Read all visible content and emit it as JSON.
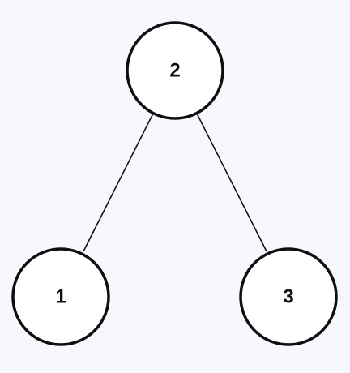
{
  "tree": {
    "nodes": [
      {
        "id": "root",
        "label": "2"
      },
      {
        "id": "left",
        "label": "1"
      },
      {
        "id": "right",
        "label": "3"
      }
    ],
    "edges": [
      {
        "from": "root",
        "to": "left"
      },
      {
        "from": "root",
        "to": "right"
      }
    ]
  }
}
